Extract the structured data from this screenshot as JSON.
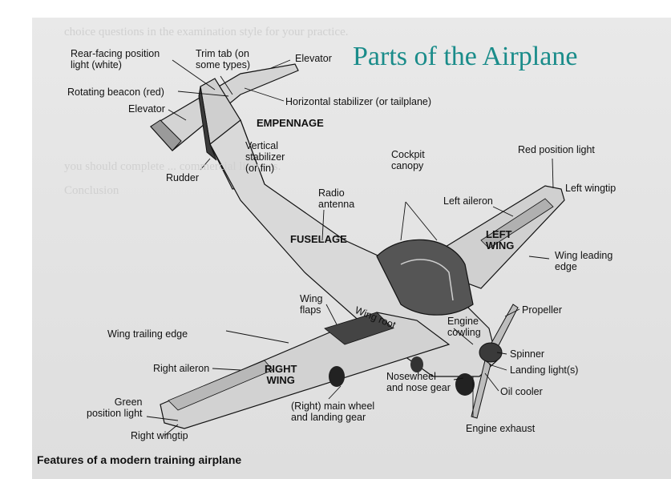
{
  "title": "Parts of the Airplane",
  "caption": "Features of a modern training airplane",
  "labels": {
    "rear_light": "Rear-facing position\nlight (white)",
    "trim_tab": "Trim tab (on\nsome types)",
    "elevator_top": "Elevator",
    "rotating_beacon": "Rotating beacon (red)",
    "elevator_left": "Elevator",
    "horizontal_stabilizer": "Horizontal stabilizer (or tailplane)",
    "empennage": "EMPENNAGE",
    "vertical_stabilizer": "Vertical\nstabilizer\n(or fin)",
    "rudder": "Rudder",
    "cockpit_canopy": "Cockpit\ncanopy",
    "red_position_light": "Red position light",
    "left_wingtip": "Left wingtip",
    "radio_antenna": "Radio\nantenna",
    "left_aileron": "Left aileron",
    "fuselage": "FUSELAGE",
    "left_wing": "LEFT\nWING",
    "wing_leading_edge": "Wing leading\nedge",
    "wing_flaps": "Wing\nflaps",
    "wing_root": "Wing root",
    "propeller": "Propeller",
    "engine_cowling": "Engine\ncowling",
    "wing_trailing_edge": "Wing trailing edge",
    "spinner": "Spinner",
    "right_aileron": "Right aileron",
    "right_wing": "RIGHT\nWING",
    "landing_lights": "Landing light(s)",
    "nosewheel": "Nosewheel\nand nose gear",
    "oil_cooler": "Oil cooler",
    "green_position_light": "Green\nposition light",
    "main_wheel": "(Right) main wheel\nand landing gear",
    "right_wingtip": "Right wingtip",
    "engine_exhaust": "Engine exhaust"
  },
  "colors": {
    "title": "#1a8c8a",
    "scan_bg": "#e4e4e4",
    "line": "#111111",
    "dark_fill": "#3a3a3a"
  }
}
